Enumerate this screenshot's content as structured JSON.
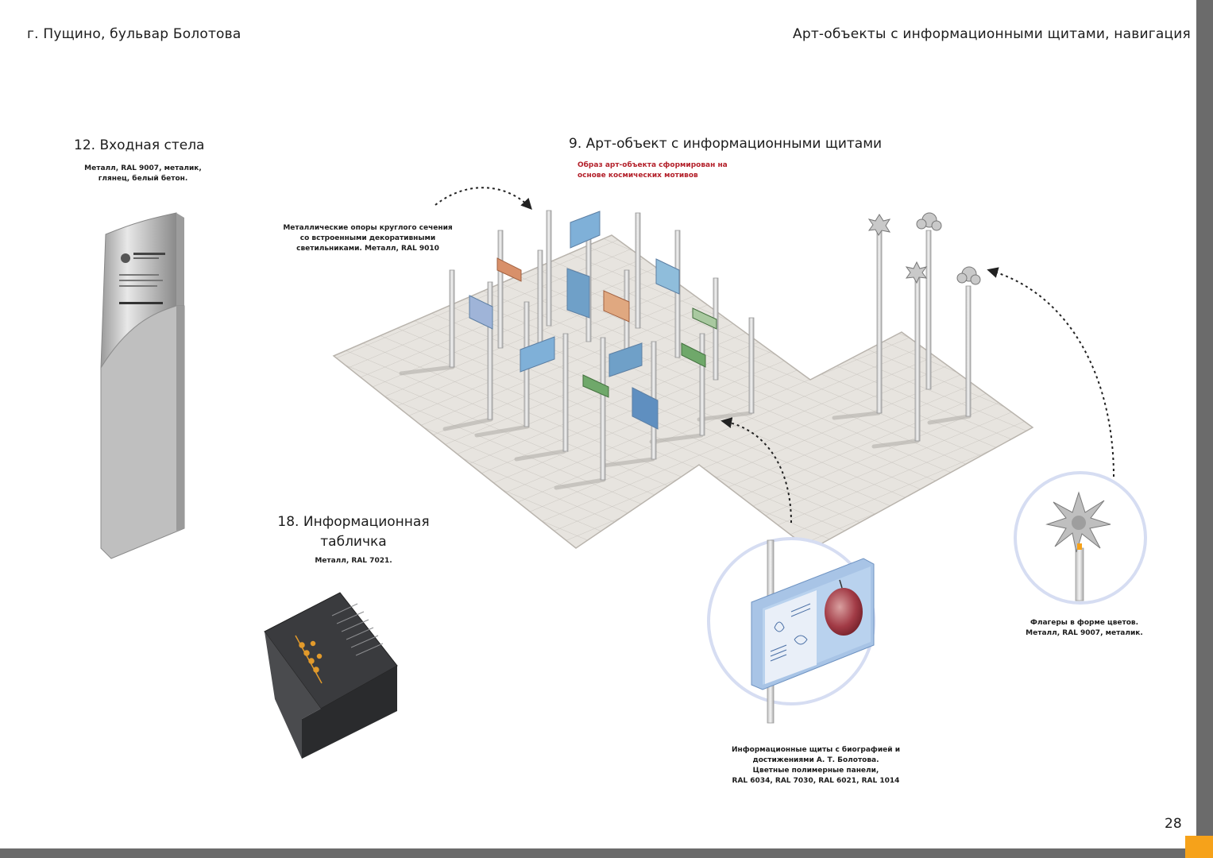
{
  "header": {
    "location": "г. Пущино, бульвар Болотова",
    "section": "Арт-объекты с информационными щитами, навигация"
  },
  "stela": {
    "title": "12. Входная стела",
    "materials": [
      "Металл, RAL 9007, металик,",
      "глянец, белый бетон."
    ]
  },
  "art_object": {
    "title": "9. Арт-объект с информационными щитами",
    "note": [
      "Образ арт-объекта сформирован на",
      "основе космических мотивов"
    ]
  },
  "supports": {
    "text": [
      "Металлические опоры круглого сечения",
      "со встроенными декоративными",
      "светильниками. Металл, RAL 9010"
    ]
  },
  "plate": {
    "title": [
      "18. Информационная",
      "табличка"
    ],
    "materials": "Металл, RAL 7021."
  },
  "shields": {
    "text": [
      "Информационные щиты с биографией и",
      "достижениями А. Т. Болотова.",
      "Цветные полимерные панели,",
      "RAL 6034, RAL 7030, RAL 6021, RAL 1014"
    ]
  },
  "flags": {
    "text": [
      "Флагеры в форме цветов.",
      "Металл, RAL 9007, металик."
    ]
  },
  "page_number": "28",
  "colors": {
    "accent": "#f6a21a",
    "frame": "#6b6b6b",
    "note_red": "#b3202a",
    "panel_blue": "#7fb0d8",
    "panel_green": "#6fa86a",
    "panel_orange": "#d8906a",
    "plate_dark": "#3a3b3e"
  }
}
